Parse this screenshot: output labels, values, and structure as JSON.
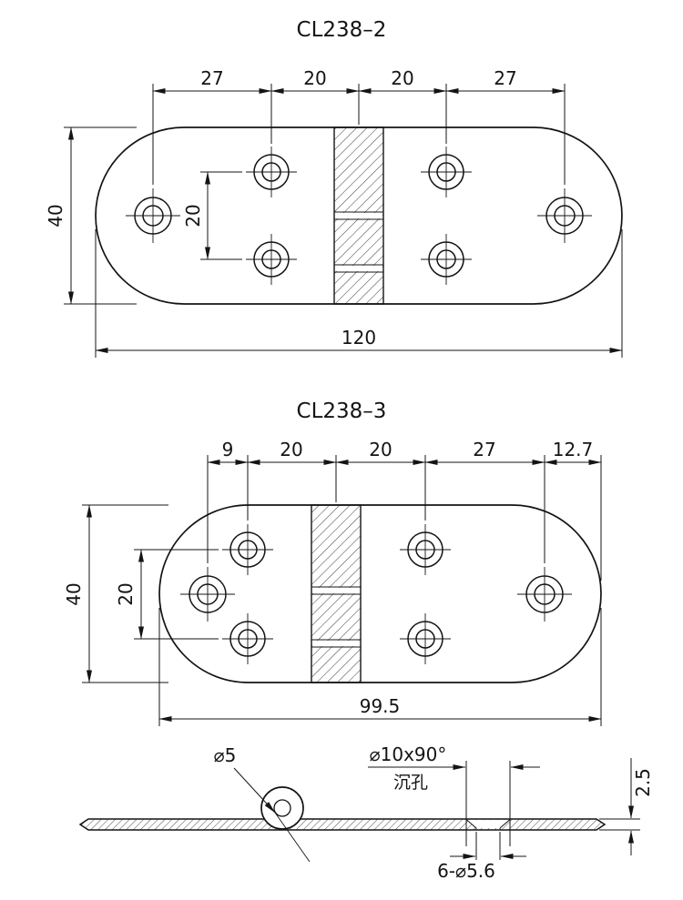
{
  "drawing1": {
    "title": "CL238–2",
    "dims_top": [
      "27",
      "20",
      "20",
      "27"
    ],
    "dim_height": "40",
    "dim_hole_spacing": "20",
    "dim_width": "120"
  },
  "drawing2": {
    "title": "CL238–3",
    "dims_top": [
      "9",
      "20",
      "20",
      "27",
      "12.7"
    ],
    "dim_height": "40",
    "dim_hole_spacing": "20",
    "dim_width": "99.5"
  },
  "section_view": {
    "pin_diameter": "⌀5",
    "countersink_spec": "⌀10x90°",
    "countersink_label_cn": "沉孔",
    "plate_thickness": "2.5",
    "hole_spec": "6-⌀5.6"
  }
}
